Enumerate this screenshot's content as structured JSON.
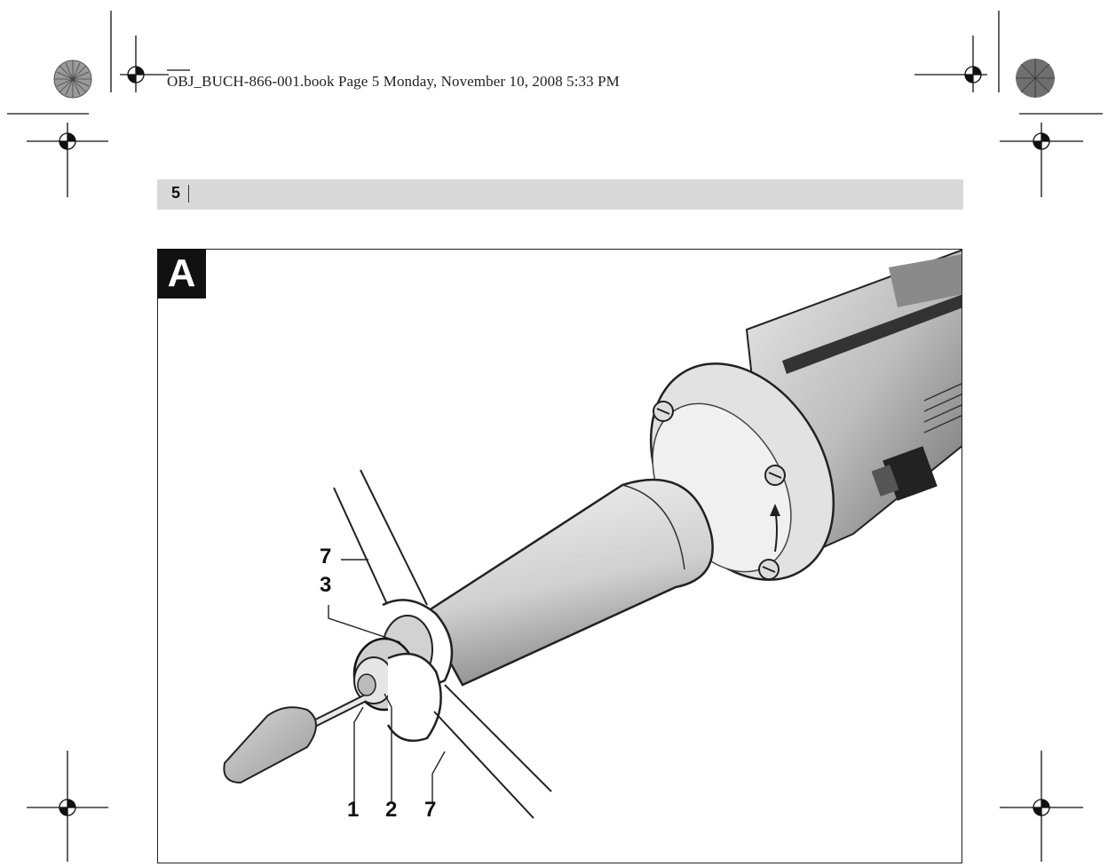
{
  "header": {
    "book_info": "OBJ_BUCH-866-001.book  Page 5  Monday, November 10, 2008  5:33 PM"
  },
  "page": {
    "number": "5"
  },
  "figure": {
    "letter": "A",
    "callouts": {
      "c7_top": "7",
      "c3": "3",
      "c1": "1",
      "c2": "2",
      "c7_bottom": "7"
    }
  }
}
